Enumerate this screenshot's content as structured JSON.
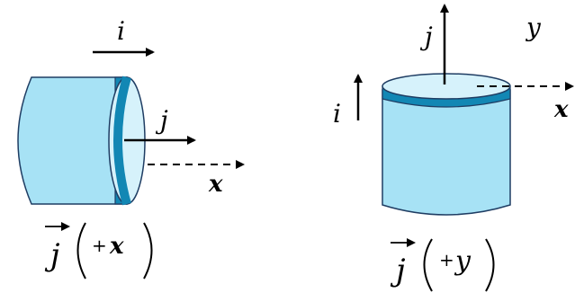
{
  "colors": {
    "cylinder_fill": "#a7e2f5",
    "cylinder_light": "#d6f2fb",
    "band_dark": "#1287b4",
    "outline": "#1f3d63",
    "arrow": "#000000"
  },
  "left_figure": {
    "current_label": "i",
    "current_density_label": "j",
    "axis_label": "x",
    "caption": {
      "vector": "j",
      "sign": "+",
      "axis": "x"
    }
  },
  "right_figure": {
    "current_label": "i",
    "current_density_label": "j",
    "axis_label_top": "y",
    "axis_label_right": "x",
    "caption": {
      "vector": "j",
      "sign": "+",
      "axis": "y"
    }
  }
}
